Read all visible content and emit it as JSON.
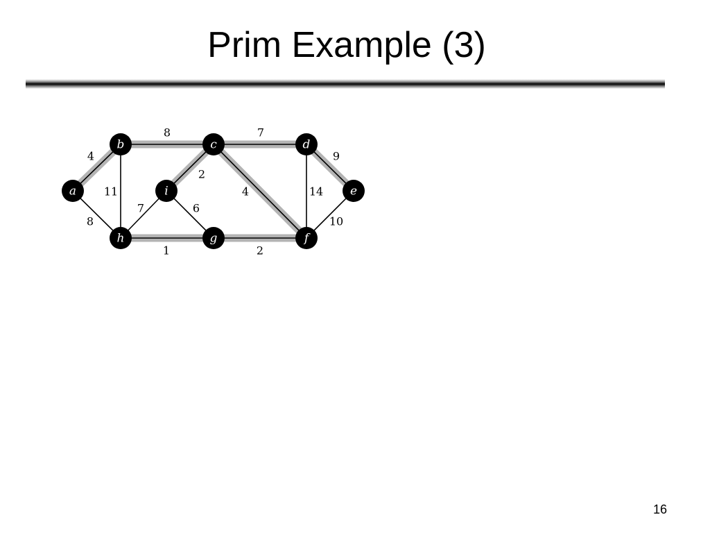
{
  "slide": {
    "title": "Prim Example (3)",
    "page_number": "16"
  },
  "graph": {
    "nodes": [
      {
        "id": "a",
        "label": "a"
      },
      {
        "id": "b",
        "label": "b"
      },
      {
        "id": "c",
        "label": "c"
      },
      {
        "id": "d",
        "label": "d"
      },
      {
        "id": "e",
        "label": "e"
      },
      {
        "id": "f",
        "label": "f"
      },
      {
        "id": "g",
        "label": "g"
      },
      {
        "id": "h",
        "label": "h"
      },
      {
        "id": "i",
        "label": "i"
      }
    ],
    "edges": [
      {
        "from": "a",
        "to": "b",
        "weight": "4",
        "in_tree": true
      },
      {
        "from": "b",
        "to": "c",
        "weight": "8",
        "in_tree": true
      },
      {
        "from": "c",
        "to": "d",
        "weight": "7",
        "in_tree": true
      },
      {
        "from": "d",
        "to": "e",
        "weight": "9",
        "in_tree": true
      },
      {
        "from": "a",
        "to": "h",
        "weight": "8",
        "in_tree": false
      },
      {
        "from": "b",
        "to": "h",
        "weight": "11",
        "in_tree": false
      },
      {
        "from": "c",
        "to": "i",
        "weight": "2",
        "in_tree": true
      },
      {
        "from": "i",
        "to": "h",
        "weight": "7",
        "in_tree": false
      },
      {
        "from": "i",
        "to": "g",
        "weight": "6",
        "in_tree": false
      },
      {
        "from": "c",
        "to": "f",
        "weight": "4",
        "in_tree": true
      },
      {
        "from": "d",
        "to": "f",
        "weight": "14",
        "in_tree": false
      },
      {
        "from": "e",
        "to": "f",
        "weight": "10",
        "in_tree": false
      },
      {
        "from": "h",
        "to": "g",
        "weight": "1",
        "in_tree": true
      },
      {
        "from": "g",
        "to": "f",
        "weight": "2",
        "in_tree": true
      }
    ]
  },
  "colors": {
    "node_fill": "#000000",
    "node_text": "#ffffff",
    "edge": "#000000",
    "tree_highlight": "#b4b4b4"
  }
}
